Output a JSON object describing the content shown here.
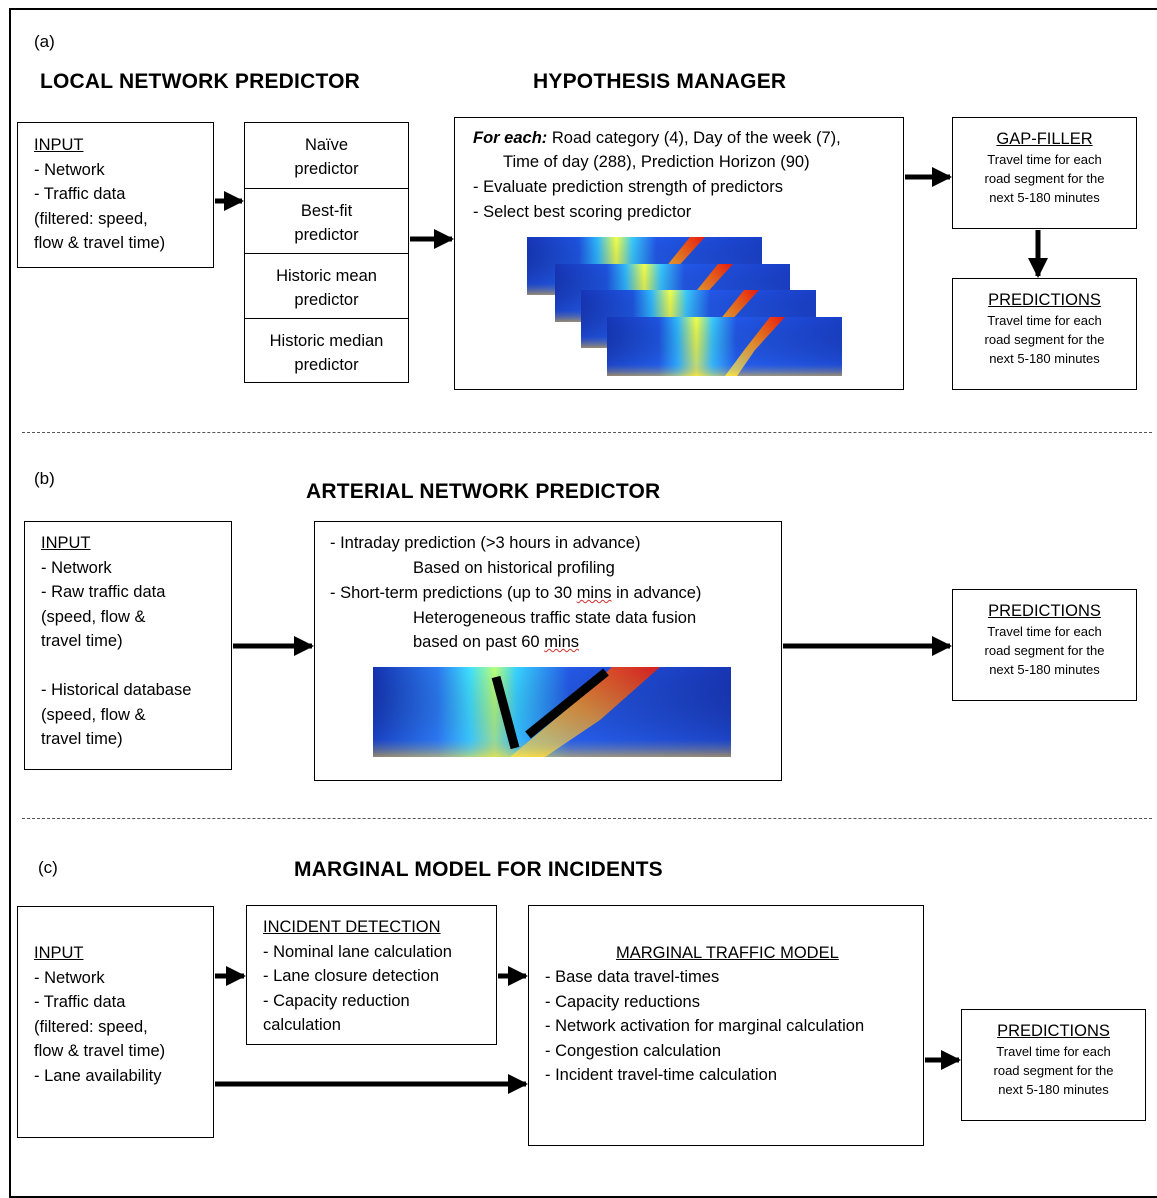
{
  "panel_a": {
    "tag": "(a)",
    "title_left": "LOCAL NETWORK PREDICTOR",
    "title_right": "HYPOTHESIS MANAGER",
    "input": {
      "heading": "INPUT",
      "lines": [
        "- Network",
        "- Traffic data",
        "(filtered: speed,",
        "flow & travel time)"
      ]
    },
    "predictors": [
      [
        "Naïve",
        "predictor"
      ],
      [
        "Best-fit",
        "predictor"
      ],
      [
        "Historic mean",
        "predictor"
      ],
      [
        "Historic median",
        "predictor"
      ]
    ],
    "hypothesis": {
      "for_each_label": "For each:",
      "line1_rest": "Road category (4), Day of the week (7),",
      "line2": "Time of day (288), Prediction Horizon (90)",
      "line3": "- Evaluate prediction strength of predictors",
      "line4": "- Select best scoring predictor"
    },
    "gap_filler": {
      "heading": "GAP-FILLER",
      "lines": [
        "Travel time for each",
        "road segment for the",
        "next 5-180 minutes"
      ]
    },
    "predictions": {
      "heading": "PREDICTIONS",
      "lines": [
        "Travel time for each",
        "road segment for the",
        "next 5-180 minutes"
      ]
    }
  },
  "panel_b": {
    "tag": "(b)",
    "title": "ARTERIAL NETWORK PREDICTOR",
    "input": {
      "heading": "INPUT",
      "lines": [
        "- Network",
        "- Raw traffic data",
        "(speed, flow &",
        "travel time)",
        "",
        "- Historical database",
        "(speed, flow &",
        "travel time)"
      ]
    },
    "middle": {
      "line1": "- Intraday prediction  (>3 hours in advance)",
      "line2": "Based on historical profiling",
      "line3a": "- Short-term predictions  (up to 30 ",
      "line3b": "mins",
      "line3c": " in advance)",
      "line4": "Heterogeneous  traffic state data fusion",
      "line5a": "based on past 60 ",
      "line5b": "mins"
    },
    "predictions": {
      "heading": "PREDICTIONS",
      "lines": [
        "Travel time for each",
        "road segment for the",
        "next 5-180 minutes"
      ]
    }
  },
  "panel_c": {
    "tag": "(c)",
    "title": "MARGINAL MODEL FOR INCIDENTS",
    "input": {
      "heading": "INPUT",
      "lines": [
        "- Network",
        "- Traffic data",
        "(filtered: speed,",
        "flow & travel time)",
        "- Lane availability"
      ]
    },
    "incident": {
      "heading": "INCIDENT DETECTION",
      "lines": [
        "- Nominal lane calculation",
        "- Lane closure detection",
        "- Capacity reduction",
        "calculation"
      ]
    },
    "marginal": {
      "heading": "MARGINAL TRAFFIC MODEL",
      "lines": [
        "- Base data travel-times",
        "- Capacity reductions",
        "- Network activation for marginal calculation",
        "- Congestion calculation",
        "- Incident travel-time calculation"
      ]
    },
    "predictions": {
      "heading": "PREDICTIONS",
      "lines": [
        "Travel time for each",
        "road segment for the",
        "next 5-180 minutes"
      ]
    }
  }
}
